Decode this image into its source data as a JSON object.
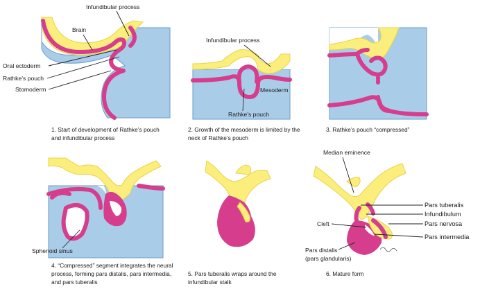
{
  "panels": [
    {
      "caption_lines": [
        "1. Start of development of Rathke’s pouch",
        "and infundibular process"
      ],
      "labels": {
        "infundibular_process": "Infundibular process",
        "brain": "Brain",
        "oral_ectoderm": "Oral ectoderm",
        "rathkes_pouch": "Rathke’s pouch",
        "stomoderm": "Stomoderm"
      }
    },
    {
      "caption_lines": [
        "2. Growth of the mesoderm is limited by the",
        "neck of Rathke’s pouch"
      ],
      "labels": {
        "infundibular_process": "Infundibular process",
        "mesoderm": "Mesoderm",
        "rathkes_pouch": "Rathke’s pouch"
      }
    },
    {
      "caption_lines": [
        "3. Rathke’s pouch “compressed”"
      ],
      "labels": {}
    },
    {
      "caption_lines": [
        "4. “Compressed” segment integrates the neural",
        "process, forming pars distalis, pars intermedia,",
        "and pars tuberalis"
      ],
      "labels": {
        "sphenoid_sinus": "Sphenoid sinus"
      }
    },
    {
      "caption_lines": [
        "5. Pars tuberalis wraps around the",
        "infundibular stalk"
      ],
      "labels": {}
    },
    {
      "caption_lines": [
        "6. Mature form"
      ],
      "labels": {
        "median_eminence": "Median eminence",
        "pars_tuberalis": "Pars tuberalis",
        "infundibulum": "Infundibulum",
        "cleft": "Cleft",
        "pars_nervosa": "Pars nervosa",
        "pars_intermedia": "Pars intermedia",
        "pars_distalis": "Pars distalis",
        "pars_glandularis": "(pars glandularis)"
      }
    }
  ],
  "colors": {
    "mesoderm_blue": "#a9cde9",
    "ectoderm_pink": "#d63d8c",
    "neural_yellow": "#fbee7d"
  }
}
